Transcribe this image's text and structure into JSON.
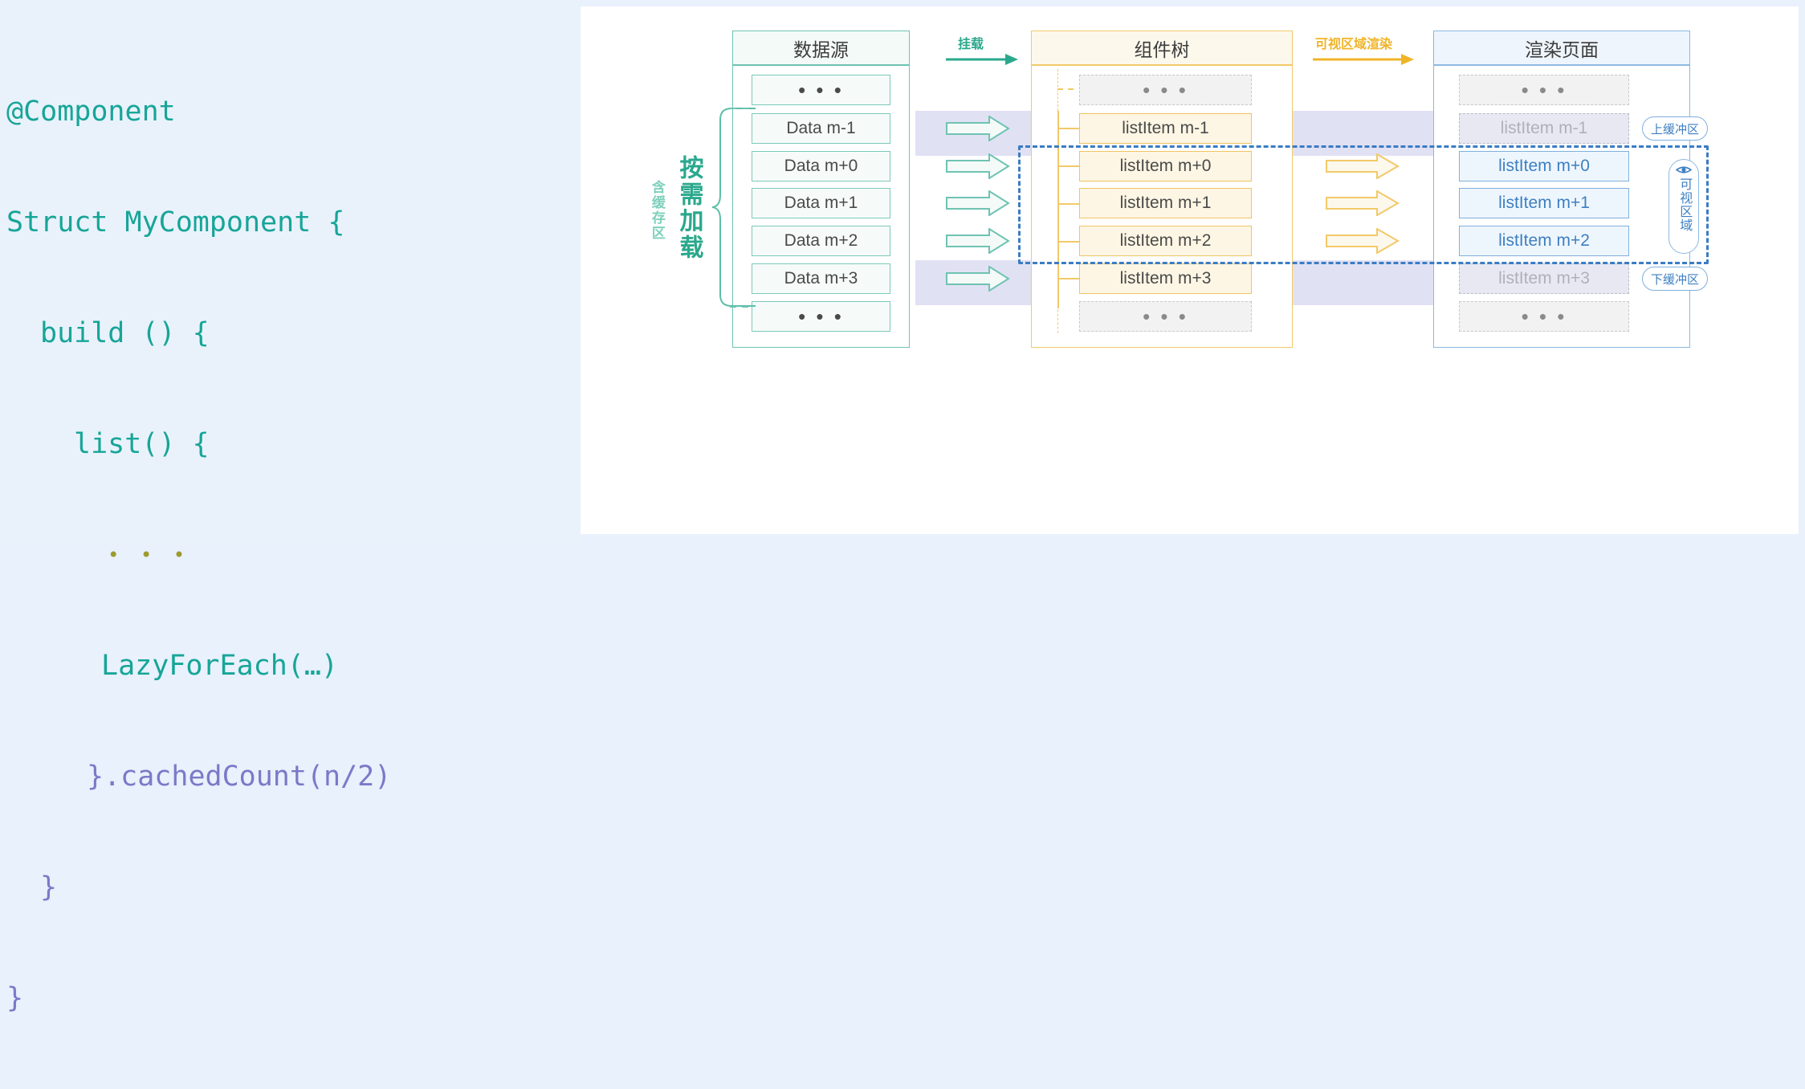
{
  "code": {
    "lines": [
      "@Component",
      "Struct MyComponent {",
      "  build () {",
      "    list() {",
      "",
      "      LazyForEach(…)",
      "    }.cachedCount(n/2)",
      "  }",
      "}"
    ],
    "ellipsis": "• • •",
    "line1": "@Component",
    "line2": "Struct MyComponent {",
    "line3": "build () {",
    "line4": "list() {",
    "line6": "LazyForEach(…)",
    "line7a": "}.",
    "line7b": "cachedCount(n/2)",
    "line8": "}",
    "line9": "}",
    "color_teal": "#17a598",
    "color_purple": "#7b79c8",
    "color_olive": "#9e9b2e"
  },
  "diagram": {
    "columns": [
      {
        "id": "data-source",
        "title": "数据源",
        "accent": "#6fc3b3"
      },
      {
        "id": "component-tree",
        "title": "组件树",
        "accent": "#f2c96a"
      },
      {
        "id": "render-page",
        "title": "渲染页面",
        "accent": "#8cb8e0"
      }
    ],
    "header_arrows": [
      {
        "id": "mount-arrow",
        "label": "挂载",
        "color": "#2aa88c"
      },
      {
        "id": "render-arrow",
        "label": "可视区域渲染",
        "color": "#f0b429"
      }
    ],
    "data_source_cells": [
      {
        "text": "• • •",
        "kind": "dots"
      },
      {
        "text": "Data m-1",
        "kind": "item"
      },
      {
        "text": "Data m+0",
        "kind": "item"
      },
      {
        "text": "Data m+1",
        "kind": "item"
      },
      {
        "text": "Data m+2",
        "kind": "item"
      },
      {
        "text": "Data m+3",
        "kind": "item"
      },
      {
        "text": "• • •",
        "kind": "dots"
      }
    ],
    "component_tree_cells": [
      {
        "text": "• • •",
        "kind": "ghost"
      },
      {
        "text": "listItem m-1",
        "kind": "item"
      },
      {
        "text": "listItem m+0",
        "kind": "item"
      },
      {
        "text": "listItem m+1",
        "kind": "item"
      },
      {
        "text": "listItem m+2",
        "kind": "item"
      },
      {
        "text": "listItem m+3",
        "kind": "item"
      },
      {
        "text": "• • •",
        "kind": "ghost"
      }
    ],
    "render_page_cells": [
      {
        "text": "• • •",
        "kind": "ghost"
      },
      {
        "text": "listItem m-1",
        "kind": "ghost-buffer"
      },
      {
        "text": "listItem m+0",
        "kind": "item"
      },
      {
        "text": "listItem m+1",
        "kind": "item"
      },
      {
        "text": "listItem m+2",
        "kind": "item"
      },
      {
        "text": "listItem m+3",
        "kind": "ghost-buffer"
      },
      {
        "text": "• • •",
        "kind": "ghost"
      }
    ],
    "brace_labels": {
      "main": "按需加载",
      "sub": "含缓存区",
      "color": "#2aa88c"
    },
    "badges": [
      {
        "id": "upper-buffer",
        "label": "上缓冲区"
      },
      {
        "id": "lower-buffer",
        "label": "下缓冲区"
      }
    ],
    "visible_area": {
      "label": "可视区域",
      "icon": "eye-icon",
      "color": "#3e7fc1"
    },
    "colors": {
      "green": "#6fc3b3",
      "yellow": "#f2c96a",
      "blue": "#8cb8e0",
      "buffer_band": "#dcdcf2",
      "viewport_dash": "#3b7cc4",
      "page_bg": "#e8f1fc",
      "card_bg": "#ffffff"
    }
  }
}
